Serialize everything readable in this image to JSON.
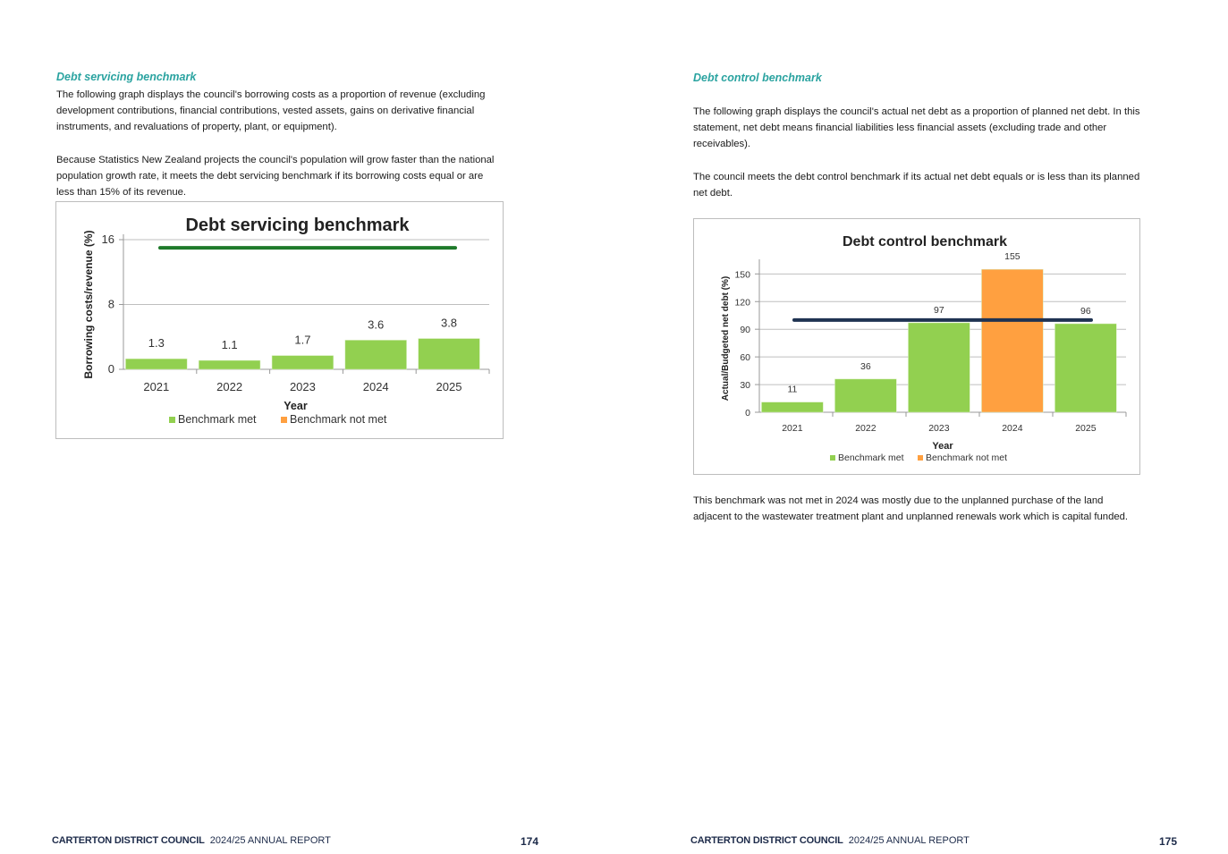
{
  "left_page": {
    "heading": "Debt servicing benchmark",
    "para1": "The following graph displays the council's borrowing costs as a proportion of revenue (excluding development contributions, financial contributions, vested assets, gains on derivative financial instruments, and revaluations of property, plant, or equipment).",
    "para2": "Because Statistics New Zealand projects the council's population will grow faster than the national population growth rate, it meets the debt servicing benchmark if its borrowing costs equal or are less than 15% of its revenue.",
    "footer_org": "CARTERTON DISTRICT COUNCIL",
    "footer_report": "2024/25 ANNUAL REPORT",
    "page_number": "174"
  },
  "right_page": {
    "heading": "Debt control benchmark",
    "para1": "The following graph displays the council's actual net debt as a proportion of planned net debt. In this statement, net debt means financial liabilities less financial assets (excluding trade and other receivables).",
    "para2": "The council meets the debt control benchmark if its actual net debt equals or is less than its planned net debt.",
    "para3": "This benchmark was not met in 2024 was mostly due to the unplanned purchase of the land adjacent to the wastewater treatment plant and unplanned renewals work which is capital funded.",
    "footer_org": "CARTERTON DISTRICT COUNCIL",
    "footer_report": "2024/25 ANNUAL REPORT",
    "page_number": "175"
  },
  "chart_data": [
    {
      "type": "bar",
      "title": "Debt servicing benchmark",
      "xlabel": "Year",
      "ylabel": "Borrowing costs/revenue (%)",
      "categories": [
        "2021",
        "2022",
        "2023",
        "2024",
        "2025"
      ],
      "values": [
        1.3,
        1.1,
        1.7,
        3.6,
        3.8
      ],
      "status": [
        "met",
        "met",
        "met",
        "met",
        "met"
      ],
      "ylim": [
        0,
        16
      ],
      "yticks": [
        0,
        8,
        16
      ],
      "benchmark": 15,
      "benchmark_color": "#1e7a2a",
      "grid": true,
      "legend": [
        {
          "label": "Benchmark met",
          "color": "#92d050"
        },
        {
          "label": "Benchmark not met",
          "color": "#ffa040"
        }
      ],
      "legend_position": "bottom"
    },
    {
      "type": "bar",
      "title": "Debt control benchmark",
      "xlabel": "Year",
      "ylabel": "Actual/Budgeted net debt (%)",
      "categories": [
        "2021",
        "2022",
        "2023",
        "2024",
        "2025"
      ],
      "values": [
        11,
        36,
        97,
        155,
        96
      ],
      "status": [
        "met",
        "met",
        "met",
        "not met",
        "met"
      ],
      "ylim": [
        0,
        160
      ],
      "yticks": [
        0,
        30,
        60,
        90,
        120,
        150
      ],
      "benchmark": 100,
      "benchmark_color": "#1f3352",
      "grid": true,
      "legend": [
        {
          "label": "Benchmark met",
          "color": "#92d050"
        },
        {
          "label": "Benchmark not met",
          "color": "#ffa040"
        }
      ],
      "legend_position": "bottom"
    }
  ]
}
